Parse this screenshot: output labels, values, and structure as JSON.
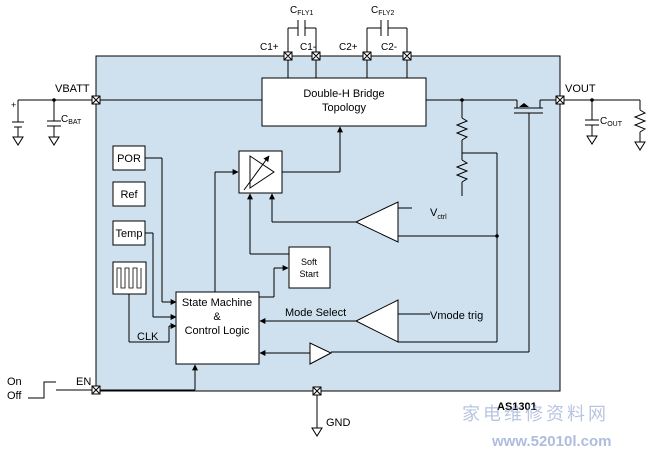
{
  "diagram": {
    "chip_name": "AS1301",
    "blocks": {
      "bridge": {
        "line1": "Double-H Bridge",
        "line2": "Topology"
      },
      "por": "POR",
      "ref": "Ref",
      "temp": "Temp",
      "state_machine": {
        "line1": "State Machine",
        "line2": "&",
        "line3": "Control Logic"
      },
      "soft_start": {
        "line1": "Soft",
        "line2": "Start"
      }
    },
    "pins": {
      "vbatt": "VBATT",
      "vout": "VOUT",
      "en": "EN",
      "gnd": "GND",
      "c1p": "C1+",
      "c1m": "C1-",
      "c2p": "C2+",
      "c2m": "C2-"
    },
    "labels": {
      "cfly1": {
        "main": "C",
        "sub": "FLY1"
      },
      "cfly2": {
        "main": "C",
        "sub": "FLY2"
      },
      "cbat": {
        "main": "C",
        "sub": "BAT"
      },
      "cout": {
        "main": "C",
        "sub": "OUT"
      },
      "vctrl": {
        "main": "V",
        "sub": "ctrl"
      },
      "mode_select": "Mode Select",
      "vmode_trig": "Vmode trig",
      "clk": "CLK",
      "on": "On",
      "off": "Off",
      "plus": "+"
    },
    "watermark": {
      "chinese": "家电维修资料网",
      "url": "www.52010l.com"
    },
    "colors": {
      "chip_fill": "#cfe1ee",
      "box_fill": "#ffffff",
      "line": "#000000"
    }
  }
}
